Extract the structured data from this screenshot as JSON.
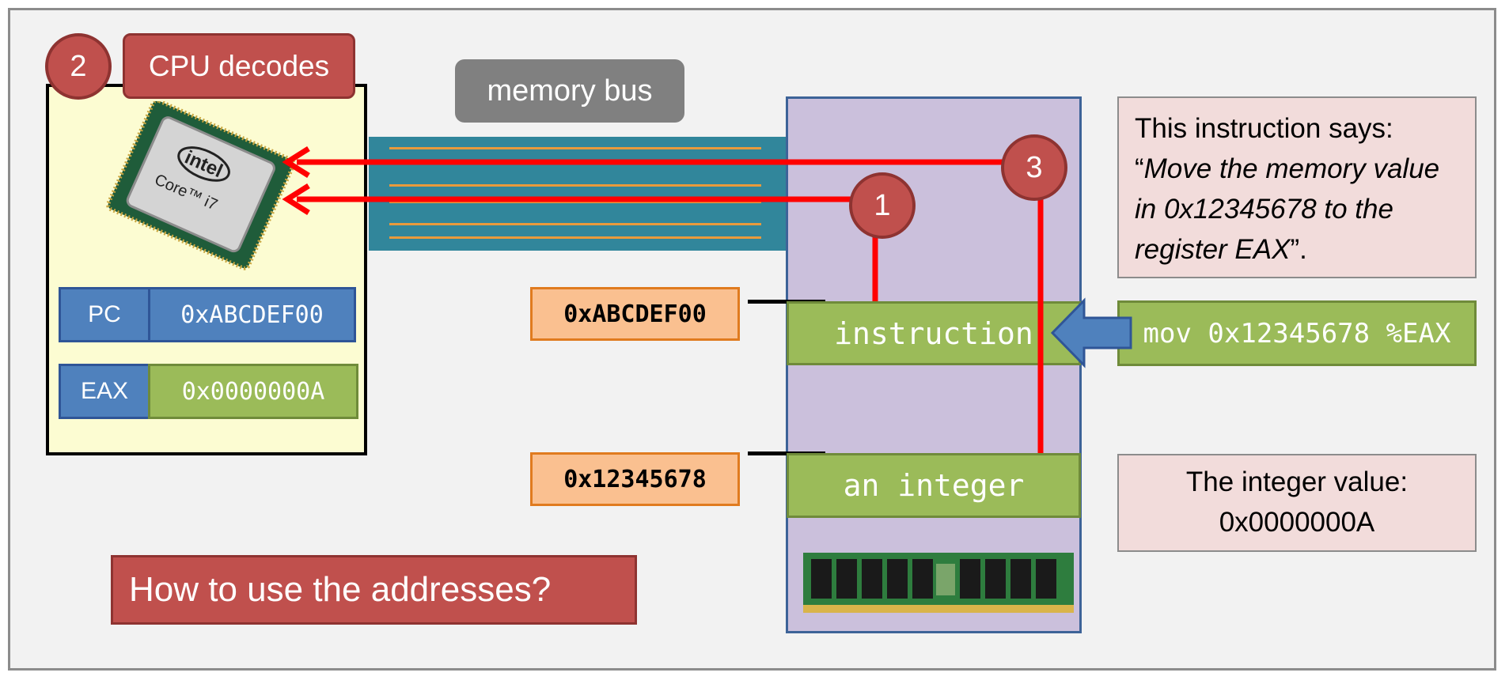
{
  "cpu": {
    "step_number": "2",
    "step_label": "CPU decodes",
    "chip_brand": "intel",
    "chip_model": "Core™ i7",
    "registers": [
      {
        "name": "PC",
        "value": "0xABCDEF00",
        "value_color": "#4f81bd"
      },
      {
        "name": "EAX",
        "value": "0x0000000A",
        "value_color": "#9bbb59"
      }
    ]
  },
  "bus": {
    "label": "memory bus"
  },
  "memory": {
    "step_1": "1",
    "step_3": "3",
    "cells": [
      {
        "address": "0xABCDEF00",
        "content": "instruction"
      },
      {
        "address": "0x12345678",
        "content": "an integer"
      }
    ]
  },
  "instruction_text": "mov 0x12345678 %EAX",
  "notes": {
    "instruction_intro": "This instruction says:",
    "instruction_quote_open": "“",
    "instruction_quote_body": "Move the memory value in 0x12345678 to the register EAX",
    "instruction_quote_close": "”.",
    "integer_line1": "The integer value:",
    "integer_line2": "0x0000000A"
  },
  "question": "How to use the addresses?",
  "colors": {
    "red": "#c0504d",
    "blue": "#4f81bd",
    "green": "#9bbb59",
    "orange": "#fac090",
    "bus_teal": "#31869b",
    "memory_purple": "#cbc0dc",
    "arrow_red": "#ff0000"
  }
}
